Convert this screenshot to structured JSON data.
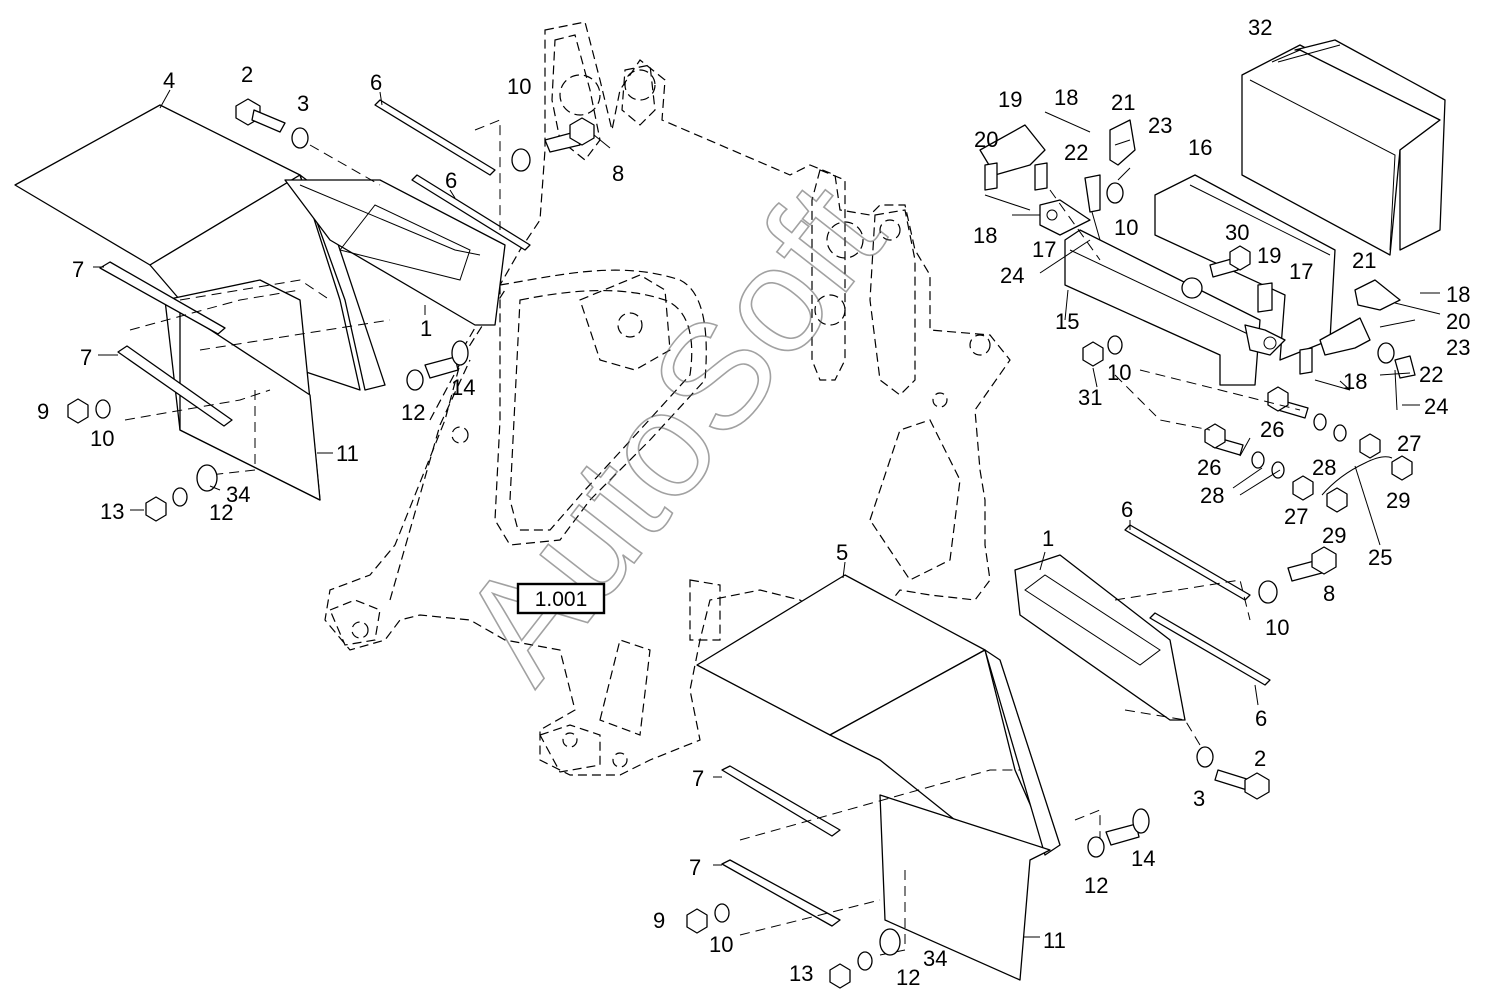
{
  "watermark": "AutoSoft",
  "reference_box": "1.001",
  "callouts": {
    "c1a": "1",
    "c2a": "2",
    "c3a": "3",
    "c4": "4",
    "c6a": "6",
    "c6b": "6",
    "c7a": "7",
    "c7b": "7",
    "c8a": "8",
    "c9a": "9",
    "c10a": "10",
    "c10b": "10",
    "c11a": "11",
    "c12a": "12",
    "c12b": "12",
    "c13a": "13",
    "c14a": "14",
    "c34a": "34",
    "c32": "32",
    "c18a": "18",
    "c19a": "19",
    "c21a": "21",
    "c20a": "20",
    "c22a": "22",
    "c23a": "23",
    "c16": "16",
    "c18b": "18",
    "c17a": "17",
    "c24a": "24",
    "c10c": "10",
    "c30": "30",
    "c19b": "19",
    "c17b": "17",
    "c21b": "21",
    "c18c": "18",
    "c20b": "20",
    "c15": "15",
    "c23b": "23",
    "c22b": "22",
    "c31": "31",
    "c10d": "10",
    "c18d": "18",
    "c24b": "24",
    "c26a": "26",
    "c27a": "27",
    "c26b": "26",
    "c28a": "28",
    "c28b": "28",
    "c29a": "29",
    "c27b": "27",
    "c29b": "29",
    "c25": "25",
    "c5": "5",
    "c1b": "1",
    "c6c": "6",
    "c8b": "8",
    "c10e": "10",
    "c6d": "6",
    "c2b": "2",
    "c3b": "3",
    "c7c": "7",
    "c7d": "7",
    "c14b": "14",
    "c12c": "12",
    "c9b": "9",
    "c10f": "10",
    "c11b": "11",
    "c34b": "34",
    "c13b": "13",
    "c12d": "12"
  }
}
